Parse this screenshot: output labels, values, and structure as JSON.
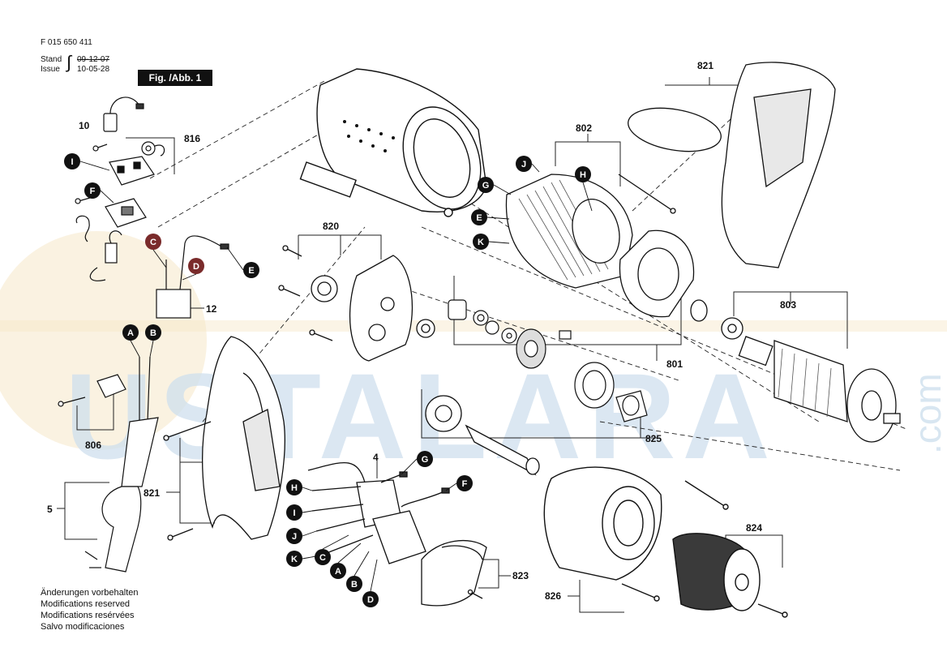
{
  "header": {
    "doc_number": "F 015 650 411",
    "stand_label": "Stand",
    "stand_date": "09-12-07",
    "issue_label": "Issue",
    "issue_date": "10-05-28"
  },
  "figure_label": "Fig. /Abb. 1",
  "watermark": {
    "main": "USTALARA",
    "side": ".com",
    "color": "#cfe0ee",
    "accent": "#f6e7c8"
  },
  "part_numbers": {
    "p10": "10",
    "p816": "816",
    "p820": "820",
    "p12": "12",
    "p806": "806",
    "p5": "5",
    "p821a": "821",
    "p821b": "821",
    "p4": "4",
    "p823": "823",
    "p802": "802",
    "p803": "803",
    "p801": "801",
    "p825": "825",
    "p826": "826",
    "p824": "824"
  },
  "callouts": {
    "I_top": "I",
    "F_left": "F",
    "C_left": "C",
    "D_left": "D",
    "E_left": "E",
    "A_cord": "A",
    "B_cord": "B",
    "J_top": "J",
    "H_top": "H",
    "G_top": "G",
    "E_top": "E",
    "K_top": "K",
    "G_sw": "G",
    "F_sw": "F",
    "H_sw": "H",
    "I_sw": "I",
    "J_sw": "J",
    "K_sw": "K",
    "C_sw": "C",
    "A_sw": "A",
    "B_sw": "B",
    "D_sw": "D"
  },
  "footer": {
    "line1": "Änderungen vorbehalten",
    "line2": "Modifications reserved",
    "line3": "Modifications resérvées",
    "line4": "Salvo modificaciones"
  }
}
